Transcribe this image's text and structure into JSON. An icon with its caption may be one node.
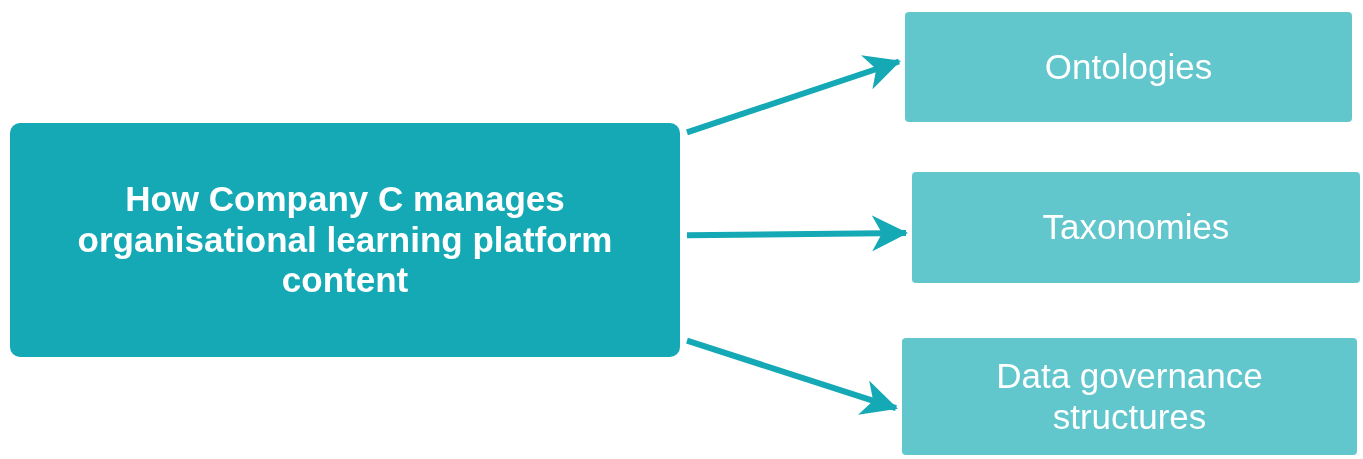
{
  "diagram": {
    "nodes": [
      {
        "text": [
          "How Company C manages organisational learning platform content"
        ]
      },
      {
        "text": [
          "Ontologies"
        ]
      },
      {
        "text": [
          "Taxonomies"
        ]
      },
      {
        "text": [
          "Data governance structures"
        ]
      }
    ],
    "edges": [
      {
        "from": 0,
        "to": 1,
        "arrow": "to"
      },
      {
        "from": 0,
        "to": 2,
        "arrow": "to"
      },
      {
        "from": 0,
        "to": 3,
        "arrow": "to"
      }
    ]
  }
}
